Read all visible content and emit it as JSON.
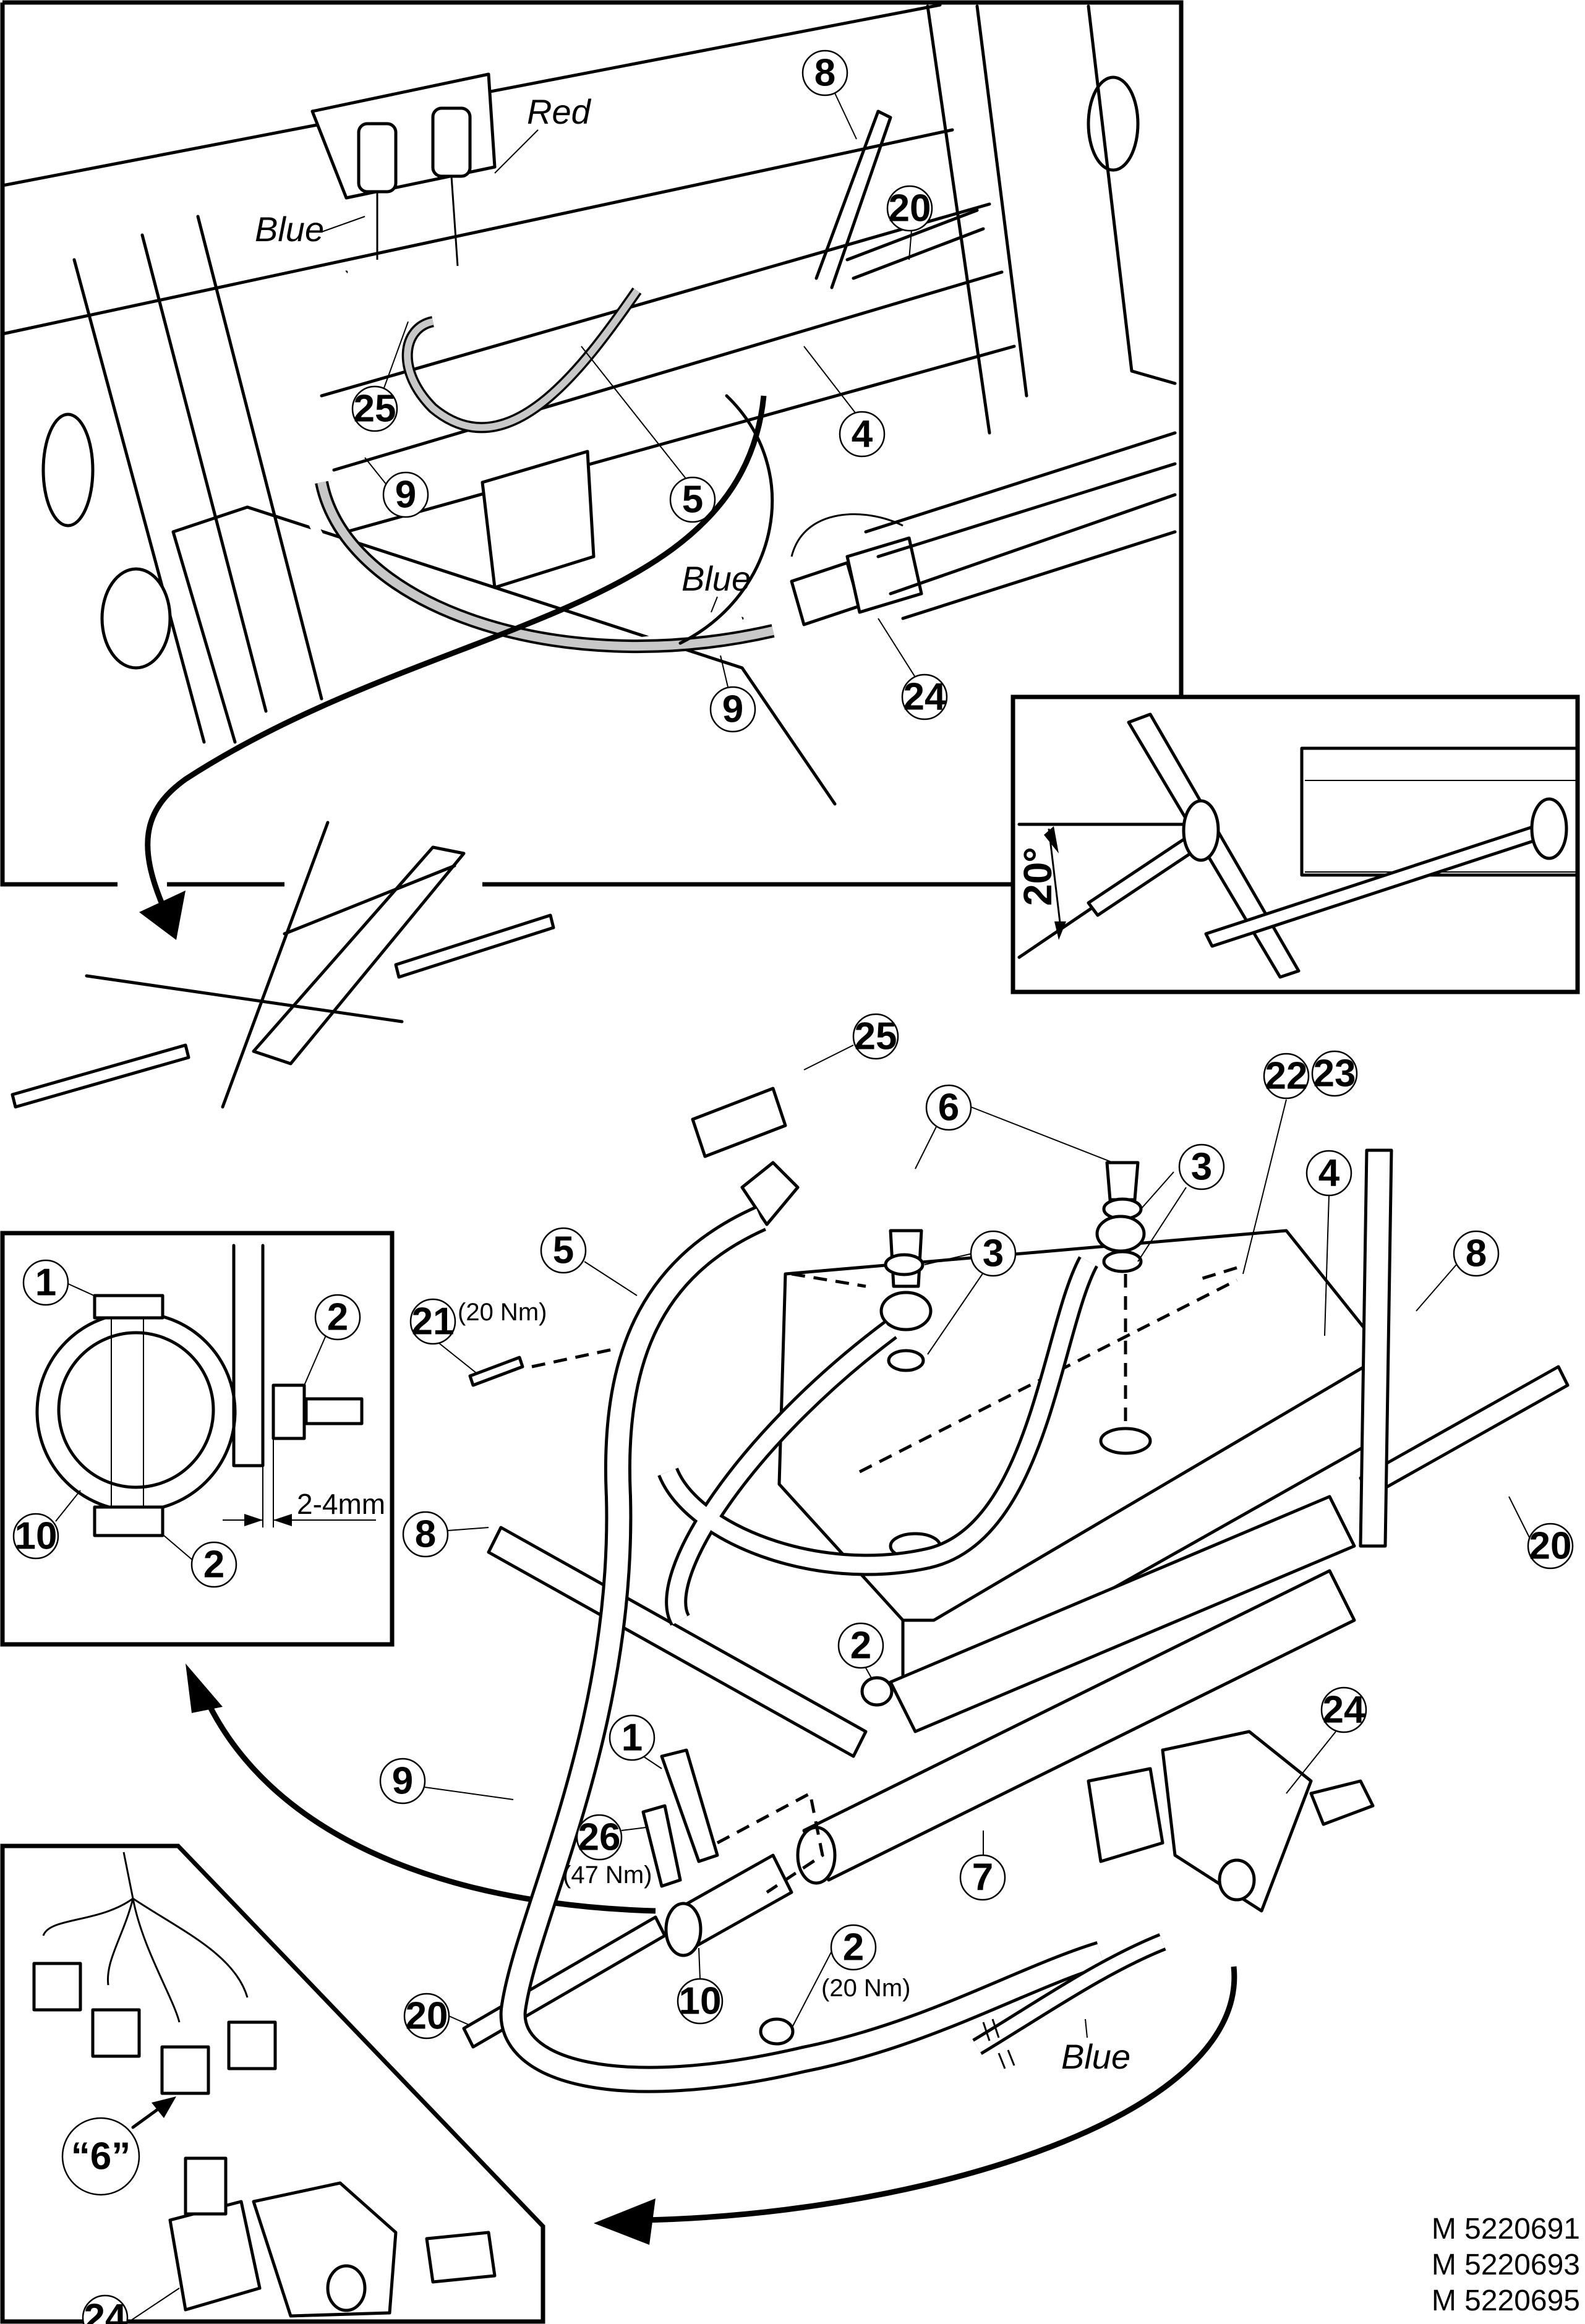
{
  "figure": {
    "title": "Hydraulic hose and valve installation — exploded parts diagram",
    "reference_numbers": [
      "M 5220691",
      "M 5220693",
      "M 5220695"
    ]
  },
  "top_view": {
    "color_labels": [
      "Red",
      "Blue",
      "Blue"
    ],
    "callouts": [
      "8",
      "20",
      "25",
      "4",
      "9",
      "5",
      "9",
      "24"
    ]
  },
  "angle_inset": {
    "angle_label": "20",
    "angle_unit": "°"
  },
  "clamp_inset": {
    "callouts": [
      "1",
      "2",
      "10",
      "2"
    ],
    "gap_label": "2-4mm"
  },
  "exploded_view": {
    "callouts": {
      "c25": "25",
      "c6": "6",
      "c22": "22",
      "c23": "23",
      "c3a": "3",
      "c3b": "3",
      "c4": "4",
      "c8a": "8",
      "c5": "5",
      "c21": "21",
      "c20a": "20",
      "c8b": "8",
      "c2a": "2",
      "c24": "24",
      "c1": "1",
      "c9": "9",
      "c26": "26",
      "c7": "7",
      "c2b": "2",
      "c10": "10",
      "c20b": "20"
    },
    "torques": {
      "t21": "(20 Nm)",
      "t26": "(47 Nm)",
      "t2": "(20 Nm)"
    },
    "hose_label": "Blue"
  },
  "connector_inset": {
    "connector_label": "“6”",
    "callouts": [
      "24"
    ]
  },
  "removed_part": {
    "status": "crossed-out"
  }
}
